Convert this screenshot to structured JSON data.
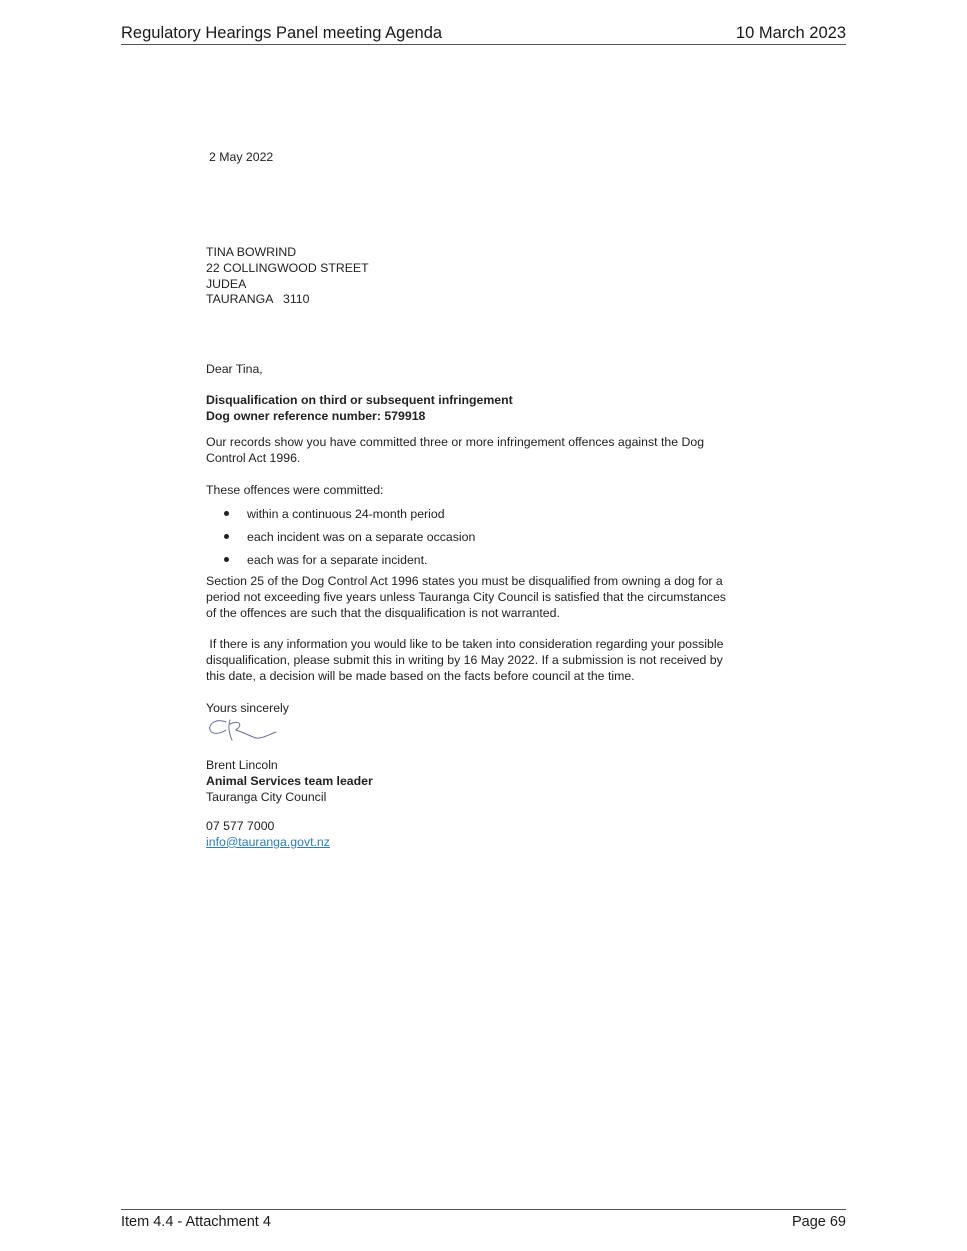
{
  "header": {
    "left": "Regulatory Hearings Panel meeting Agenda",
    "right": "10 March 2023"
  },
  "footer": {
    "left": "Item 4.4 - Attachment 4",
    "right": "Page 69"
  },
  "letter": {
    "date": "2 May 2022",
    "address": [
      "TINA BOWRIND",
      "22 COLLINGWOOD STREET",
      "JUDEA",
      "TAURANGA   3110"
    ],
    "greeting": "Dear Tina,",
    "subject_line1": "Disqualification on third or subsequent infringement",
    "subject_line2": "Dog owner reference number: 579918",
    "para1": [
      "Our records show you have committed three or more infringement offences against the Dog",
      "Control Act 1996."
    ],
    "para2": "These offences were committed:",
    "bullets": [
      "within a continuous 24-month period",
      "each incident was on a separate occasion",
      "each was for a separate incident."
    ],
    "para3": [
      "Section 25 of the Dog Control Act 1996 states you must be disqualified from owning a dog for a",
      "period not exceeding five years unless Tauranga City Council is satisfied that the circumstances",
      "of the offences are such that the disqualification is not warranted."
    ],
    "para4": [
      " If there is any information you would like to be taken into consideration regarding your possible",
      "disqualification, please submit this in writing by 16 May 2022. If a submission is not received by",
      "this date, a decision will be made based on the facts before council at the time."
    ],
    "closing": "Yours sincerely",
    "signer_name": "Brent Lincoln",
    "signer_title": "Animal Services team leader",
    "signer_org": "Tauranga City Council",
    "phone": "07 577 7000",
    "email": "info@tauranga.govt.nz"
  }
}
